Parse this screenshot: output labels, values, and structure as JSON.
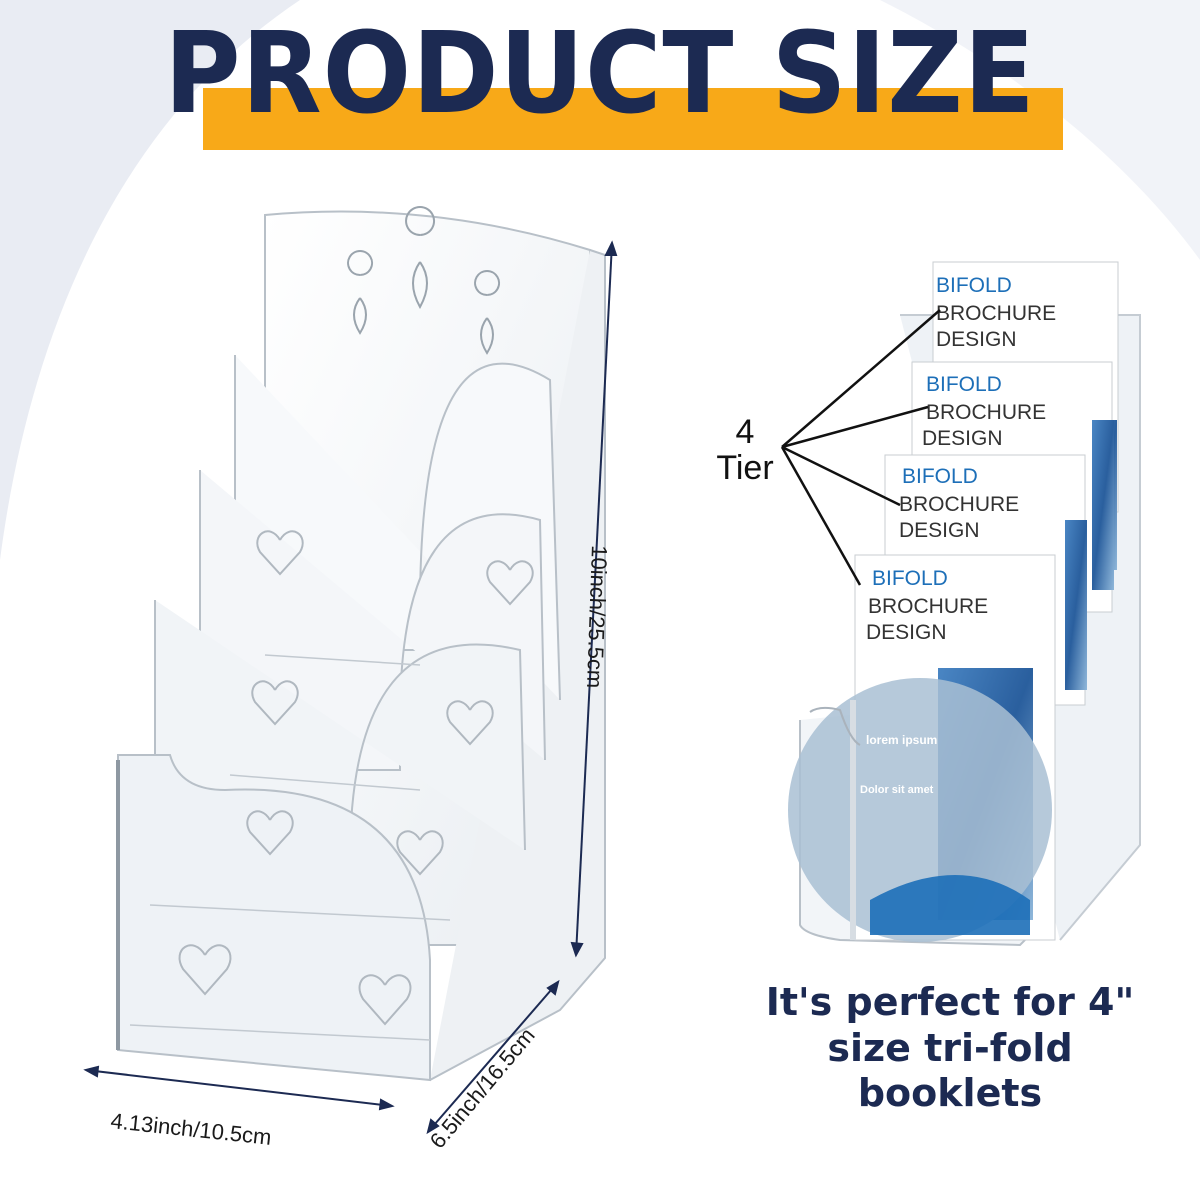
{
  "title": "PRODUCT SIZE",
  "dimensions": {
    "height": "10inch/25.5cm",
    "depth": "6.5inch/16.5cm",
    "width": "4.13inch/10.5cm"
  },
  "tier_label": {
    "count": "4",
    "word": "Tier"
  },
  "brochures": [
    {
      "line1": "BIFOLD",
      "line2": "BROCHURE",
      "line3": "DESIGN"
    },
    {
      "line1": "BIFOLD",
      "line2": "BROCHURE",
      "line3": "DESIGN"
    },
    {
      "line1": "BIFOLD",
      "line2": "BROCHURE",
      "line3": "DESIGN"
    },
    {
      "line1": "BIFOLD",
      "line2": "BROCHURE",
      "line3": "DESIGN"
    }
  ],
  "brochure_cover": {
    "heading1": "lorem ipsum",
    "heading2": "Dolor sit amet"
  },
  "caption": {
    "line1": "It's perfect for 4\"",
    "line2": "size tri-fold",
    "line3": "booklets"
  },
  "colors": {
    "title_text": "#1c2a52",
    "title_bar": "#f8a918",
    "background_arc": "#e9ecf3",
    "brochure_blue": "#1d6fb8"
  }
}
